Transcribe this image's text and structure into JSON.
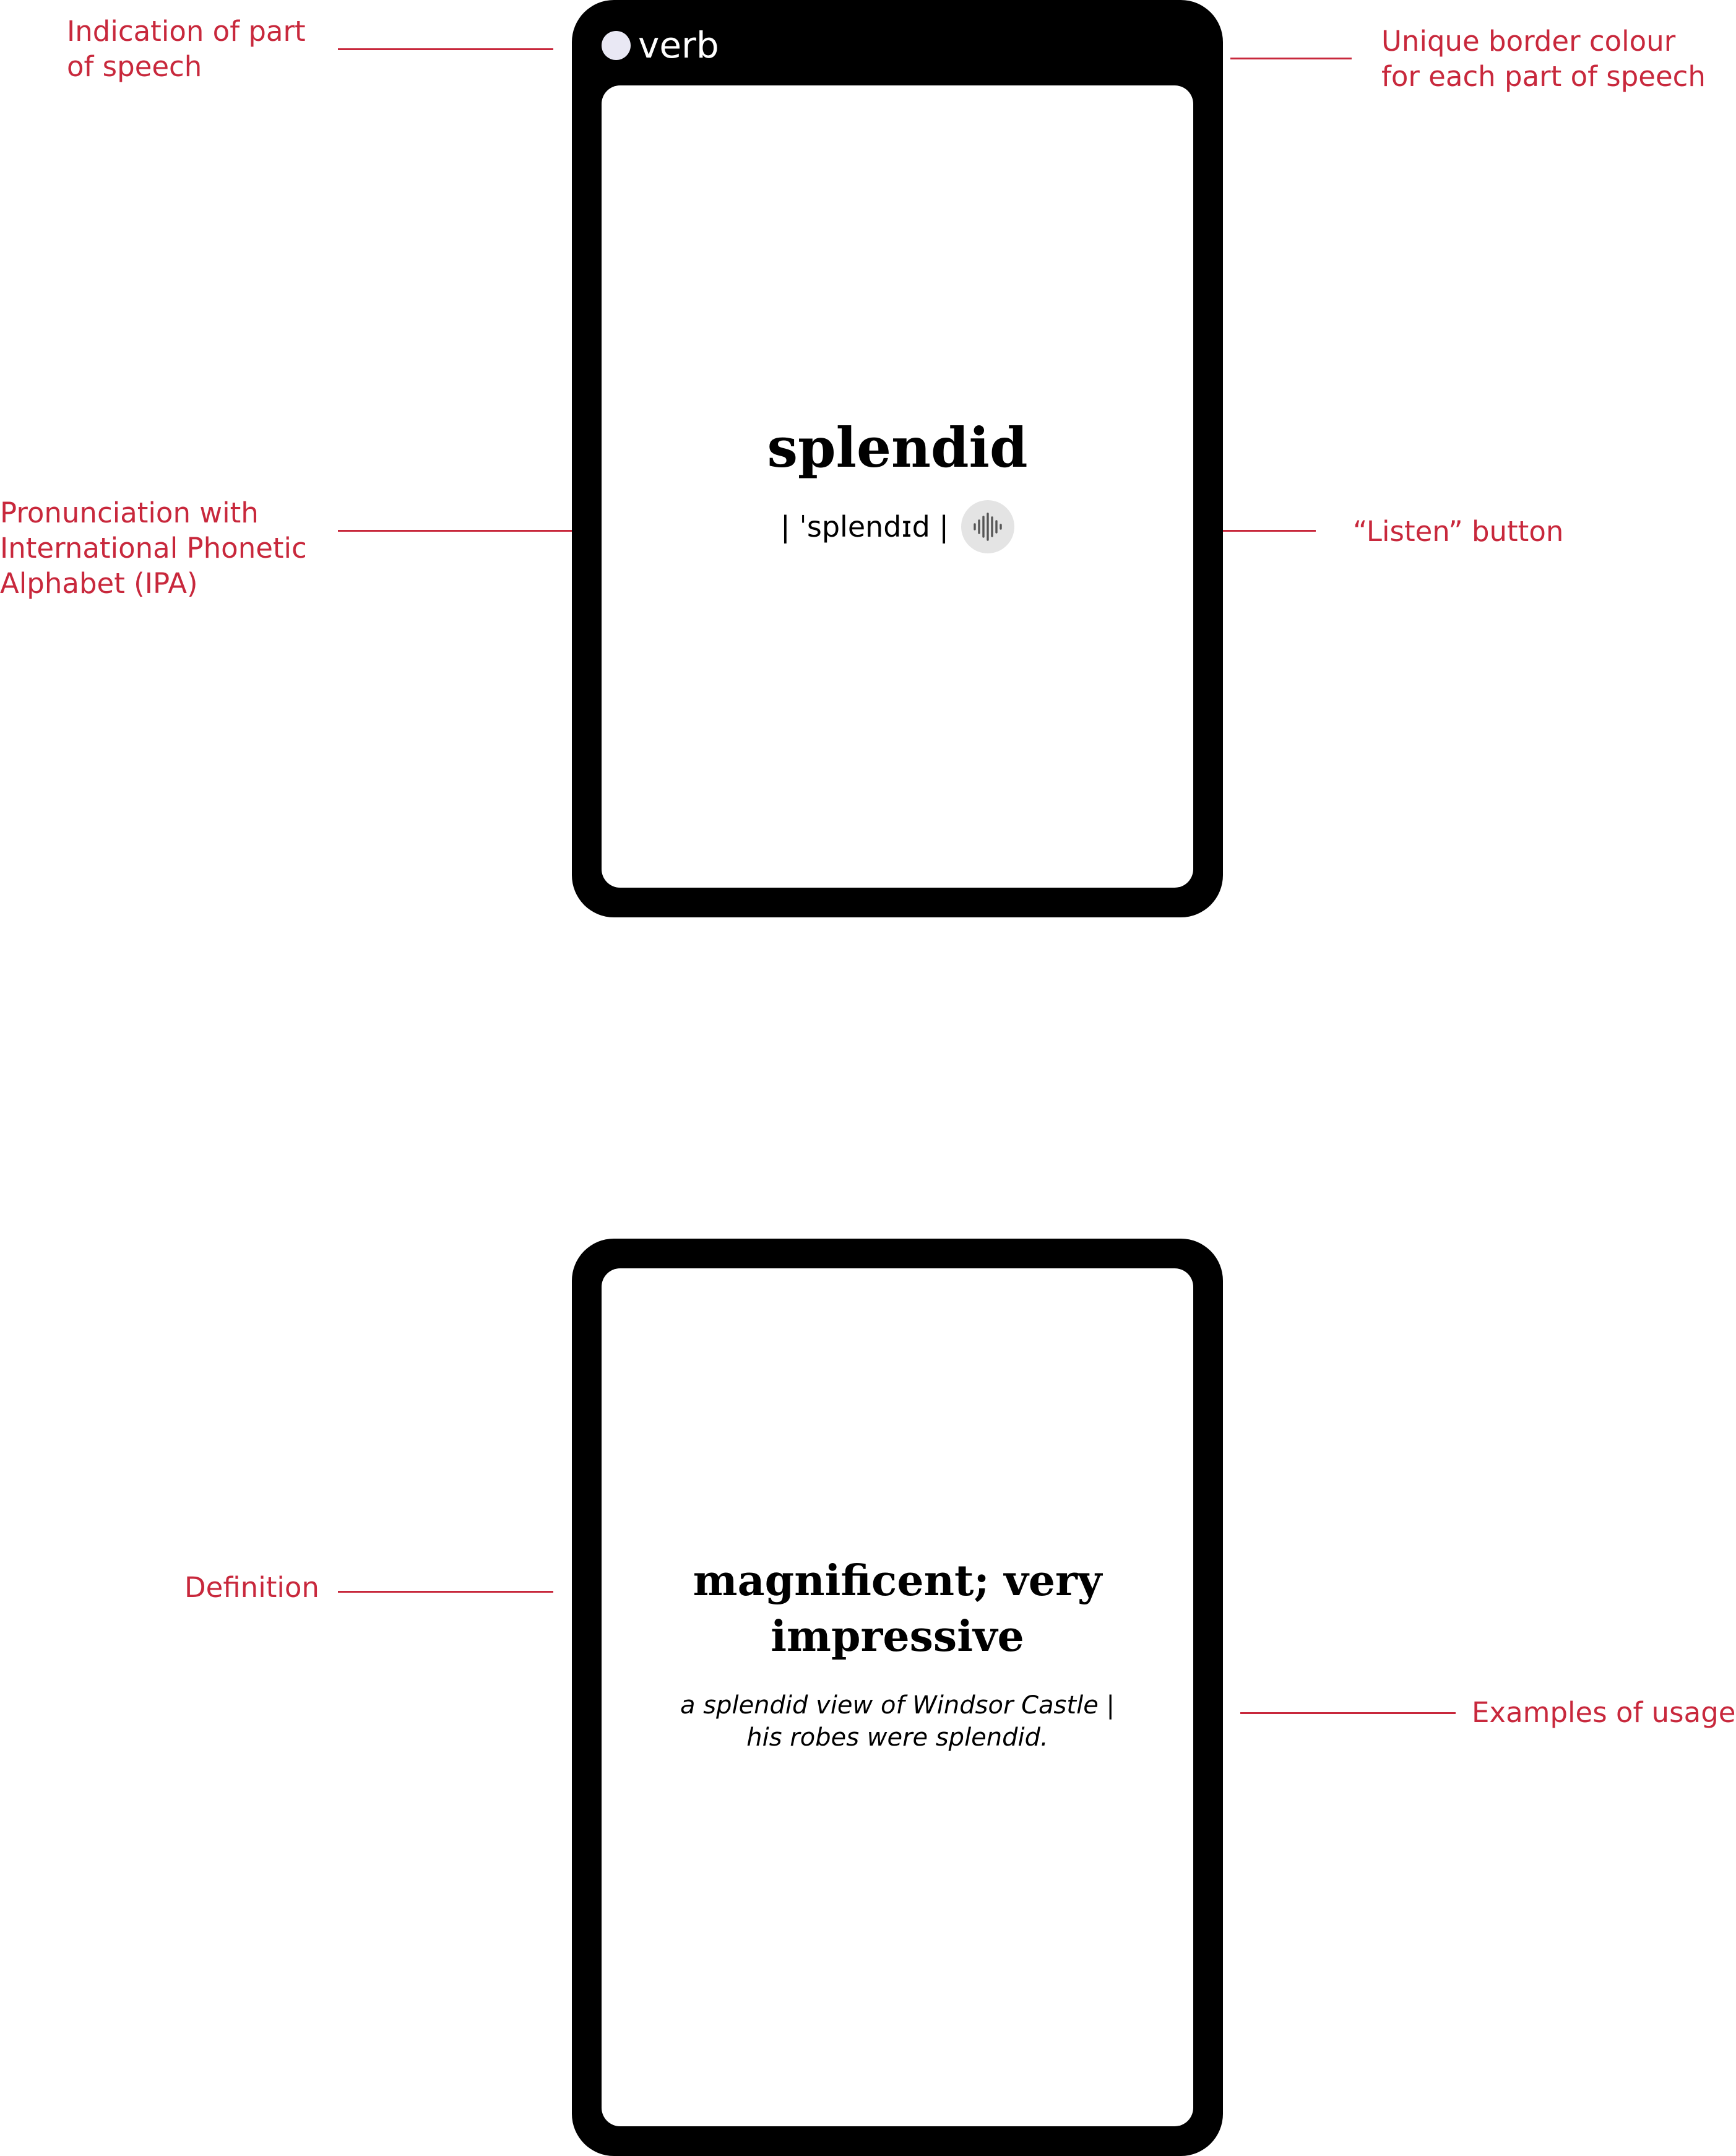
{
  "card_front": {
    "part_of_speech": "verb",
    "headword": "splendid",
    "pronunciation": "| ˈsplendɪd |",
    "listen_icon": "waveform-icon"
  },
  "card_back": {
    "definition": "magnificent; very impressive",
    "examples": {
      "line1": "a splendid view of Windsor Castle |",
      "line2": "his robes were splendid."
    }
  },
  "annotations": {
    "part_of_speech": {
      "line1": "Indication of part",
      "line2": "of speech"
    },
    "border_colour": {
      "line1": "Unique border colour",
      "line2": "for each part of speech"
    },
    "pronunciation": {
      "line1": "Pronunciation with",
      "line2": "International Phonetic",
      "line3": "Alphabet (IPA)"
    },
    "listen": "“Listen” button",
    "definition": "Definition",
    "examples": "Examples of usage"
  },
  "colors": {
    "annotation": "#c8283c",
    "card_border": "#000000",
    "card_background": "#ffffff",
    "pos_dot": "#e9e8f4",
    "listen_button": "#e4e4e4"
  }
}
